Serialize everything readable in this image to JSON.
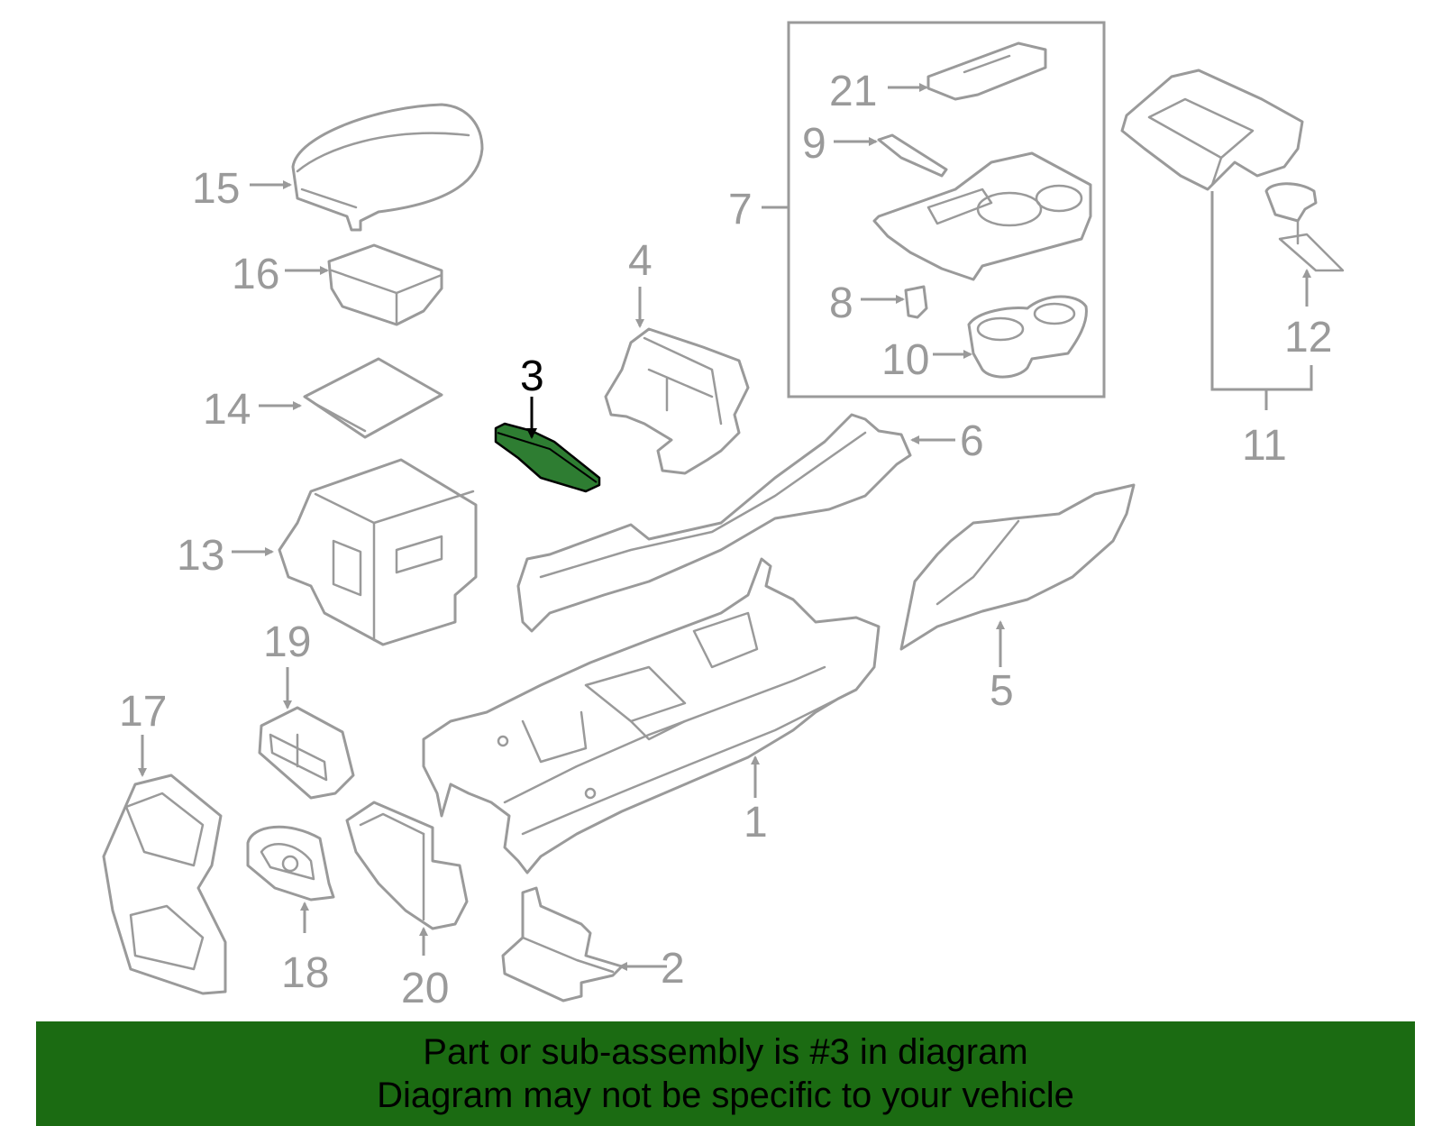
{
  "callouts": {
    "c1": "1",
    "c2": "2",
    "c3": "3",
    "c4": "4",
    "c5": "5",
    "c6": "6",
    "c7": "7",
    "c8": "8",
    "c9": "9",
    "c10": "10",
    "c11": "11",
    "c12": "12",
    "c13": "13",
    "c14": "14",
    "c15": "15",
    "c16": "16",
    "c17": "17",
    "c18": "18",
    "c19": "19",
    "c20": "20",
    "c21": "21"
  },
  "highlight": {
    "part": "3",
    "color": "#2e7d32"
  },
  "banner": {
    "line1": "Part or sub-assembly is #3 in diagram",
    "line2": "Diagram may not be specific to your vehicle",
    "background": "#1b6b12"
  },
  "colors": {
    "line_art": "#9a9a9a",
    "text_highlight": "#000000"
  }
}
